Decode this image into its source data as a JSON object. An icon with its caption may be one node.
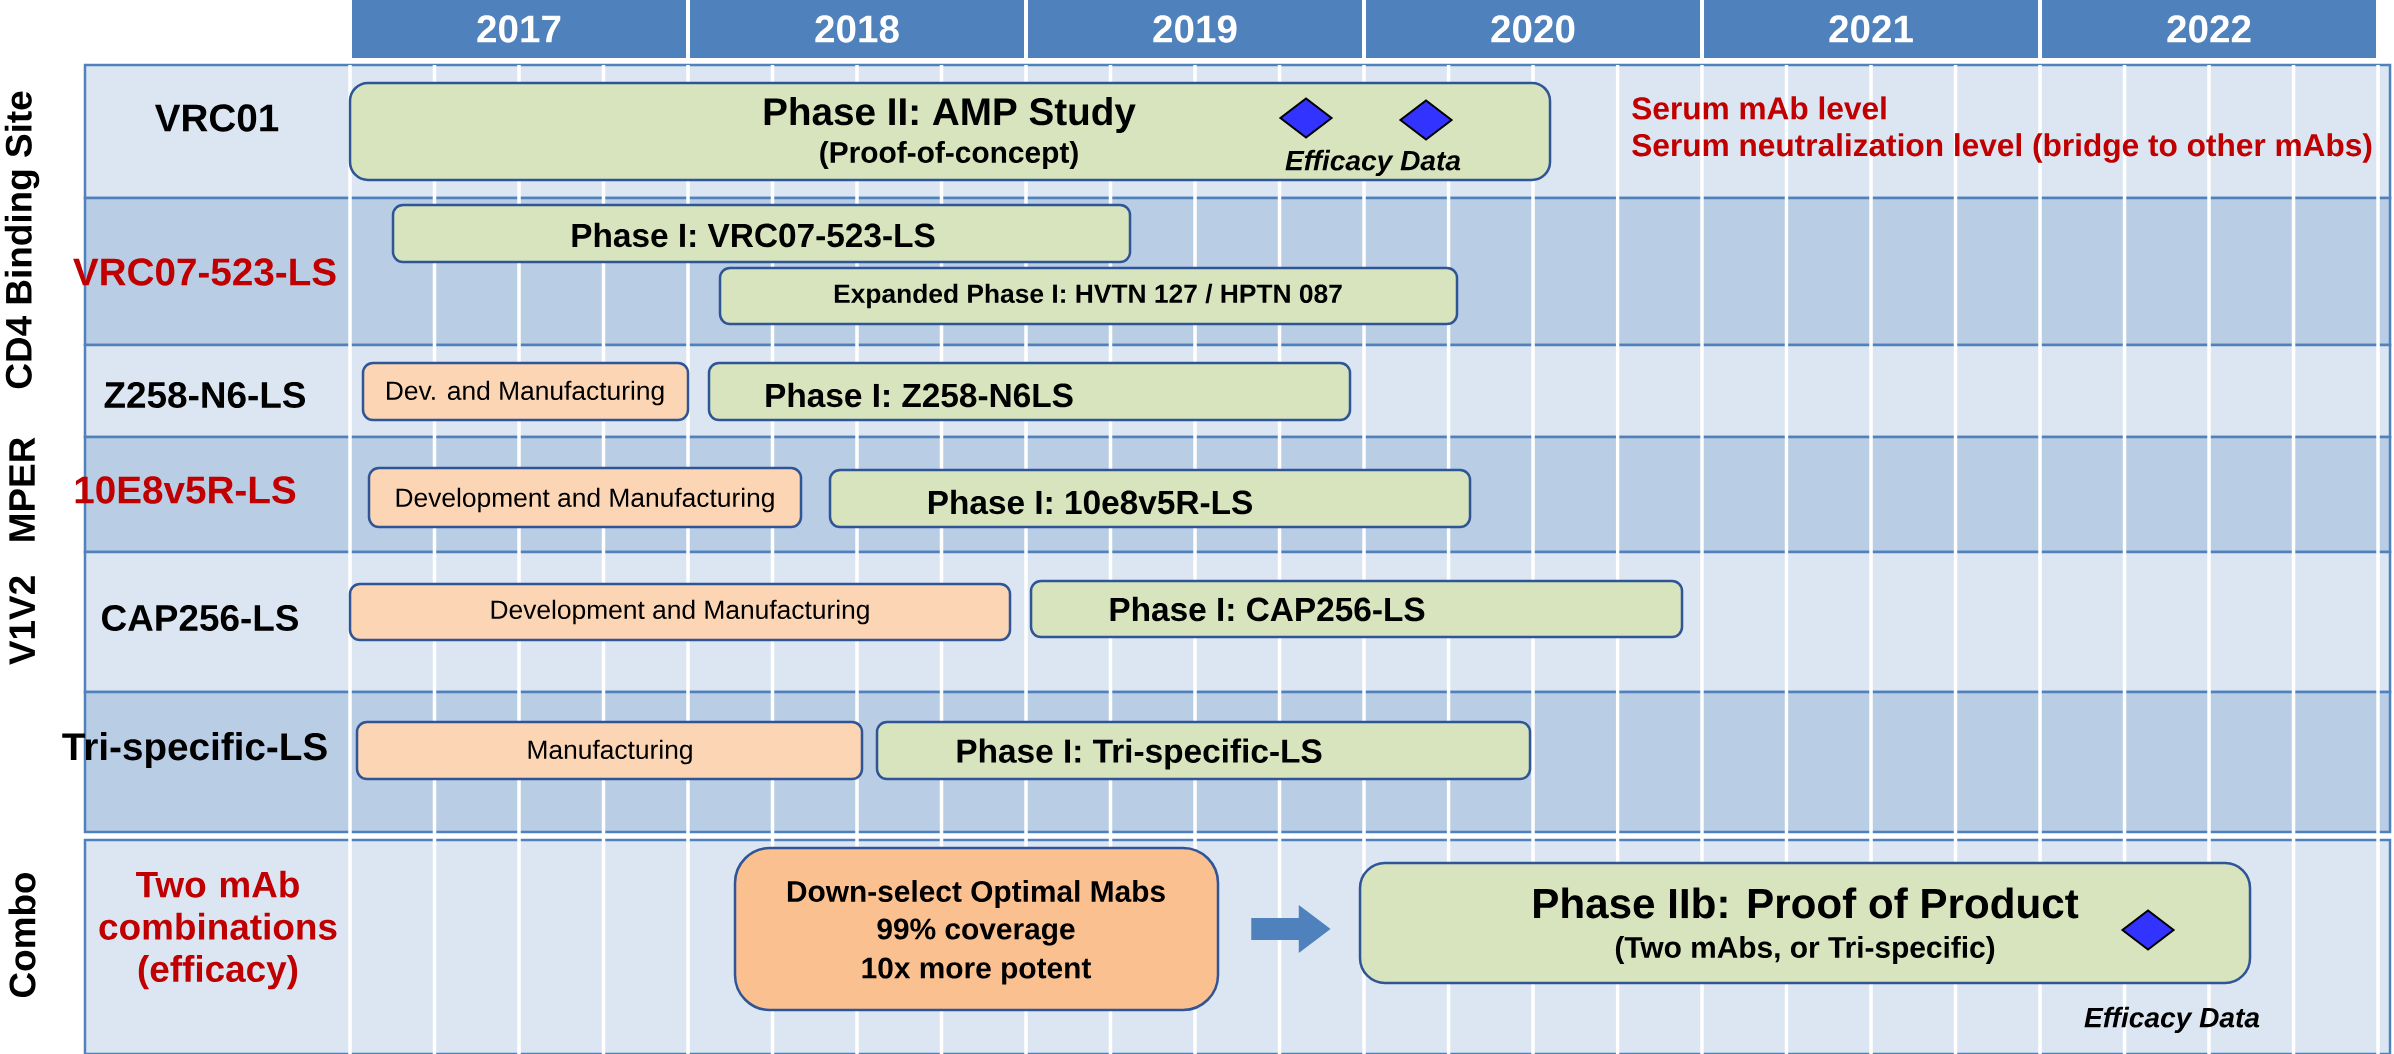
{
  "diagram": {
    "nodes": [
      {
        "text": [
          "Phase II: AMP Study",
          "(Proof-of-concept)",
          "Efficacy Data"
        ]
      },
      {
        "text": [],
        "shape": "diamond",
        "in": 0
      },
      {
        "text": [],
        "shape": "diamond",
        "in": 0
      },
      {
        "text": [
          "Phase I: VRC07-523-LS"
        ]
      },
      {
        "text": [
          "Expanded Phase I: HVTN 127 / HPTN 087"
        ]
      },
      {
        "text": [
          "Dev. and Manufacturing"
        ]
      },
      {
        "text": [
          "Phase I: Z258-N6LS"
        ]
      },
      {
        "text": [
          "Development and Manufacturing"
        ]
      },
      {
        "text": [
          "Phase I: 10e8v5R-LS"
        ]
      },
      {
        "text": [
          "Development and Manufacturing"
        ]
      },
      {
        "text": [
          "Phase I: CAP256-LS"
        ]
      },
      {
        "text": [
          "Manufacturing"
        ]
      },
      {
        "text": [
          "Phase I: Tri-specific-LS"
        ]
      },
      {
        "text": [
          "Down-select Optimal Mabs",
          "99% coverage",
          "10x more potent"
        ]
      },
      {
        "text": [
          "Phase IIb: Proof of Product",
          "(Two mAbs, or Tri-specific)"
        ]
      },
      {
        "text": [],
        "shape": "diamond",
        "in": 14,
        "beside": [
          "Efficacy Data"
        ]
      }
    ],
    "edges": [
      {
        "from": 13,
        "to": 14,
        "arrow": "to"
      }
    ],
    "labels": [
      "2017",
      "2018",
      "2019",
      "2020",
      "2021",
      "2022",
      "CD4 Binding Site",
      "VRC01",
      "Serum mAb level",
      "Serum neutralization level (bridge to other mAbs)",
      "VRC07-523-LS",
      "Z258-N6-LS",
      "MPER",
      "10E8v5R-LS",
      "V1V2",
      "CAP256-LS",
      "Tri-specific-LS",
      "Combo",
      "Two mAb combinations (efficacy)"
    ]
  }
}
